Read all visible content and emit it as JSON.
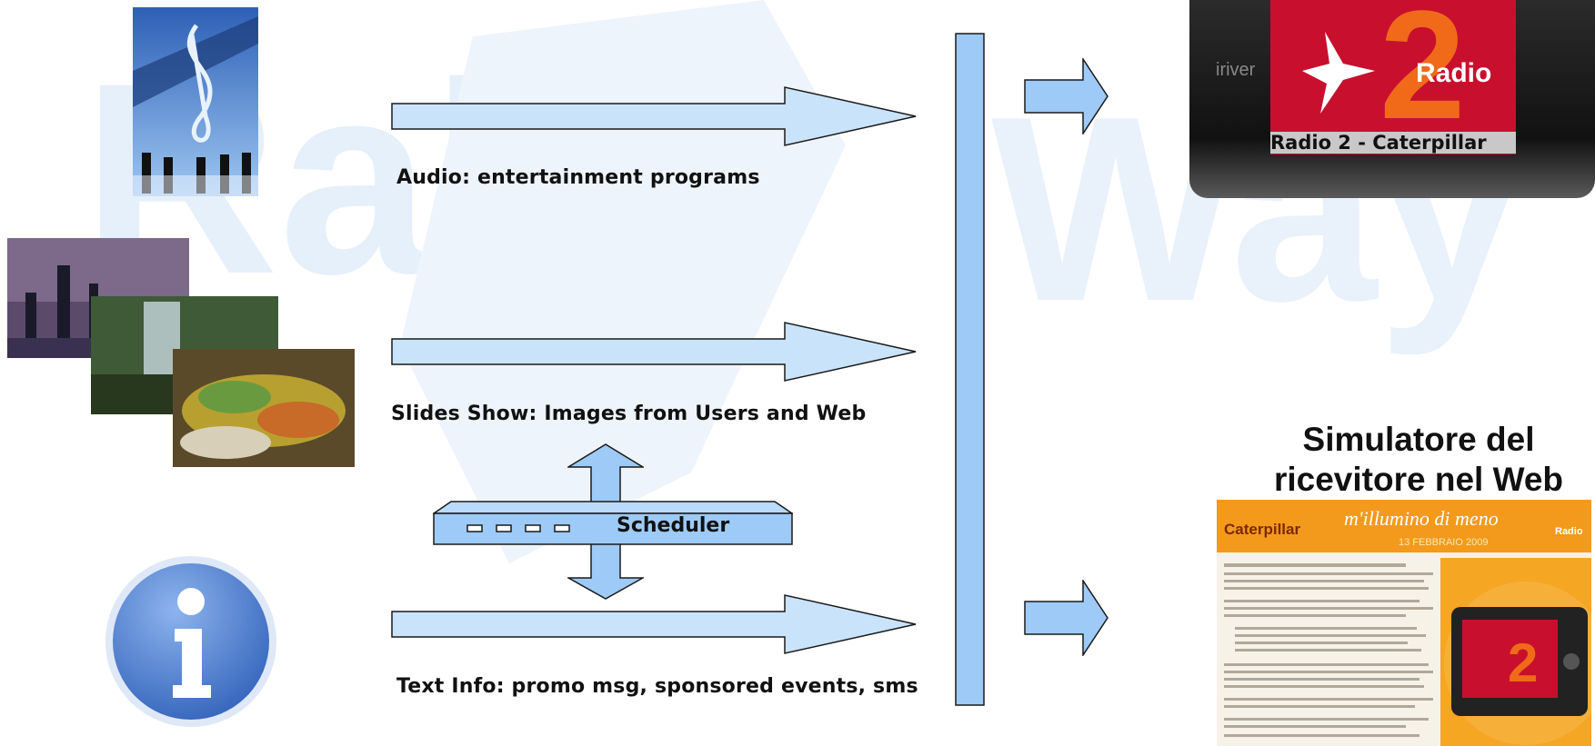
{
  "flows": [
    {
      "label": "Audio: entertainment programs"
    },
    {
      "label": "Slides Show: Images from Users and Web"
    },
    {
      "label": "Text Info: promo msg, sponsored events, sms"
    }
  ],
  "scheduler": {
    "label": "Scheduler"
  },
  "receiver": {
    "brand": "iriver",
    "screen_logo": "Radio",
    "screen_number": "2",
    "screen_title": "Radio 2 - Caterpillar"
  },
  "web_simulator": {
    "caption": "Simulatore del ricevitore nel Web",
    "logo_left": "Caterpillar",
    "headline": "m'illumino di meno",
    "date": "13 FEBBRAIO 2009",
    "logo_right": "Radio"
  },
  "watermark": {
    "text_left": "Rai",
    "text_right": "Way"
  },
  "colors": {
    "arrow_fill": "#c9e3fb",
    "arrow_stroke": "#1a1a1a",
    "bus_fill": "#9dcaf6",
    "rai_red": "#c8102e",
    "web_orange": "#f39a1c"
  }
}
